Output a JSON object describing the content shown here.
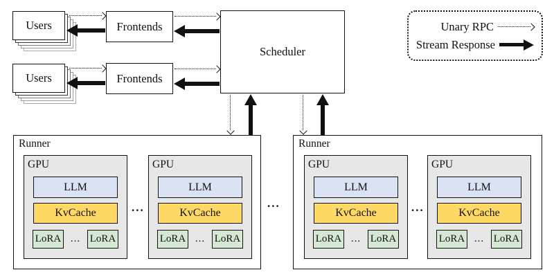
{
  "labels": {
    "users": "Users",
    "frontends": "Frontends",
    "scheduler": "Scheduler",
    "runner": "Runner",
    "gpu": "GPU",
    "llm": "LLM",
    "kvcache": "KvCache",
    "lora": "LoRA",
    "ellipsis": "..."
  },
  "legend": {
    "unary_rpc": "Unary RPC",
    "stream_response": "Stream Response"
  },
  "colors": {
    "llm_fill": "#dae3f3",
    "kvcache_fill": "#ffd966",
    "lora_fill": "#d5e8d4",
    "gpu_fill": "#e7e7e7",
    "line": "#111111"
  }
}
